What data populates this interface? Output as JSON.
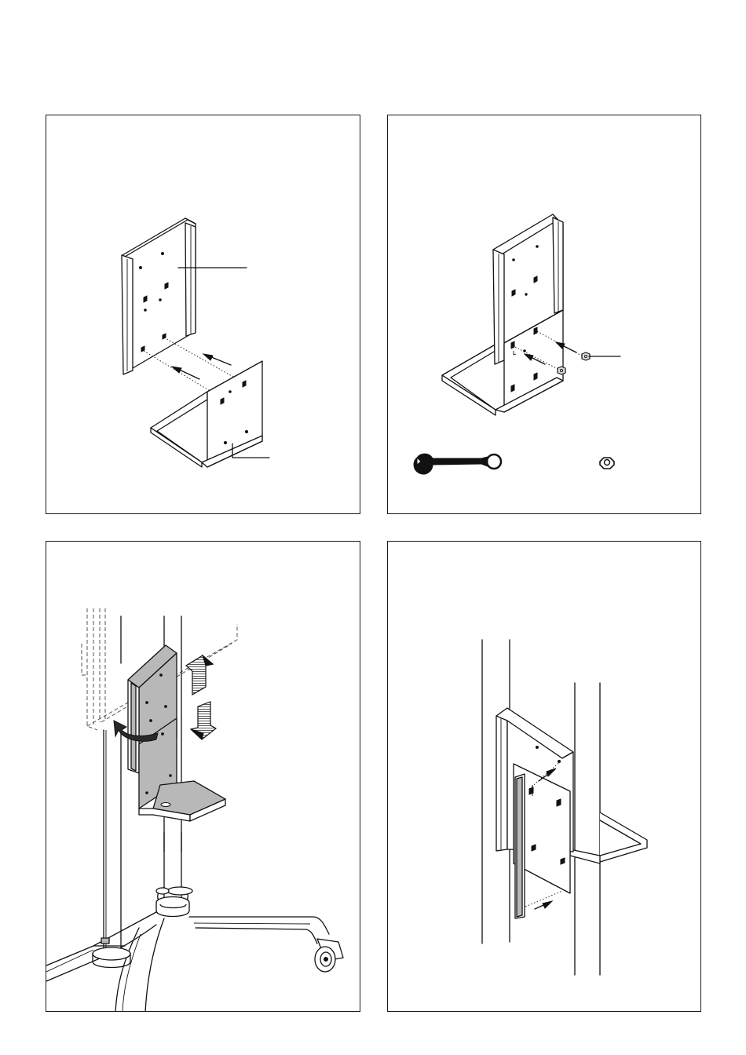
{
  "panels": [
    {
      "id": "step-1",
      "content": "bracket-alignment"
    },
    {
      "id": "step-2",
      "content": "fastening-with-nuts"
    },
    {
      "id": "step-3",
      "content": "slide-onto-stand-column"
    },
    {
      "id": "step-4",
      "content": "attach-to-column"
    }
  ],
  "icons": [
    "wrench-icon",
    "hex-nut-icon",
    "arrow-up-icon",
    "arrow-down-icon",
    "rotate-arrow-icon"
  ]
}
